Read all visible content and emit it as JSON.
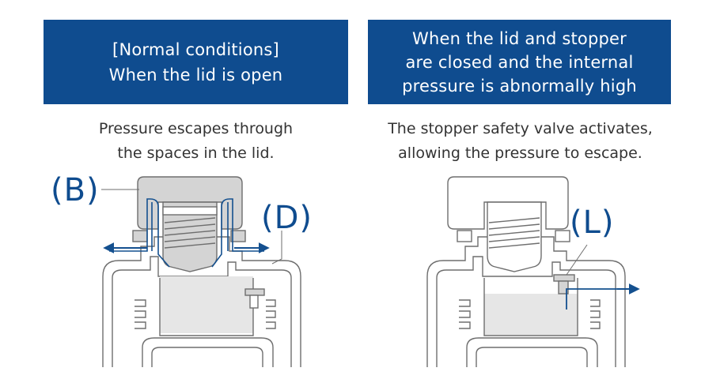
{
  "left_panel": {
    "header_lines": [
      "[Normal conditions]",
      "When the lid is open"
    ],
    "caption_lines": [
      "Pressure escapes through",
      "the spaces in the lid."
    ],
    "labels": {
      "b": "(B)",
      "d": "(D)"
    }
  },
  "right_panel": {
    "header_lines": [
      "When the lid and stopper",
      "are closed and the internal",
      "pressure is abnormally high"
    ],
    "caption_lines": [
      "The stopper safety valve activates,",
      "allowing the pressure to escape."
    ],
    "labels": {
      "l": "(L)"
    }
  },
  "colors": {
    "header_bg": "#0f4c8f",
    "accent_blue": "#14508f",
    "outline_gray": "#6e6e6e",
    "part_gray": "#d4d4d4",
    "liquid_gray": "#e6e6e6"
  }
}
